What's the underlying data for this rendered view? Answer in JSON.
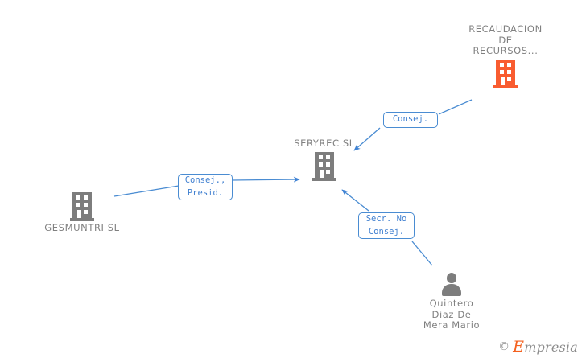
{
  "diagram": {
    "type": "corporate-relationship-graph",
    "nodes": [
      {
        "id": "recaudacion",
        "label": "RECAUDACION\nDE\nRECURSOS...",
        "kind": "company",
        "icon": "building-icon",
        "color": "#f95c30",
        "label_position": "above"
      },
      {
        "id": "seryrec",
        "label": "SERYREC SL",
        "kind": "company",
        "icon": "building-icon",
        "color": "#7d7d7d",
        "label_position": "above"
      },
      {
        "id": "gesmuntri",
        "label": "GESMUNTRI SL",
        "kind": "company",
        "icon": "building-icon",
        "color": "#7d7d7d",
        "label_position": "below"
      },
      {
        "id": "quintero",
        "label": "Quintero\nDiaz De\nMera Mario",
        "kind": "person",
        "icon": "person-icon",
        "color": "#7d7d7d",
        "label_position": "below"
      }
    ],
    "edges": [
      {
        "id": "edge-recaudacion-seryrec",
        "from": "recaudacion",
        "to": "seryrec",
        "label": "Consej."
      },
      {
        "id": "edge-gesmuntri-seryrec",
        "from": "gesmuntri",
        "to": "seryrec",
        "label": "Consej.,\nPresid."
      },
      {
        "id": "edge-quintero-seryrec",
        "from": "quintero",
        "to": "seryrec",
        "label": "Secr. No\nConsej."
      }
    ],
    "edge_color": "#4a8cd2"
  },
  "watermark": {
    "copyright": "©",
    "brand_initial": "E",
    "brand_rest": "mpresia"
  }
}
